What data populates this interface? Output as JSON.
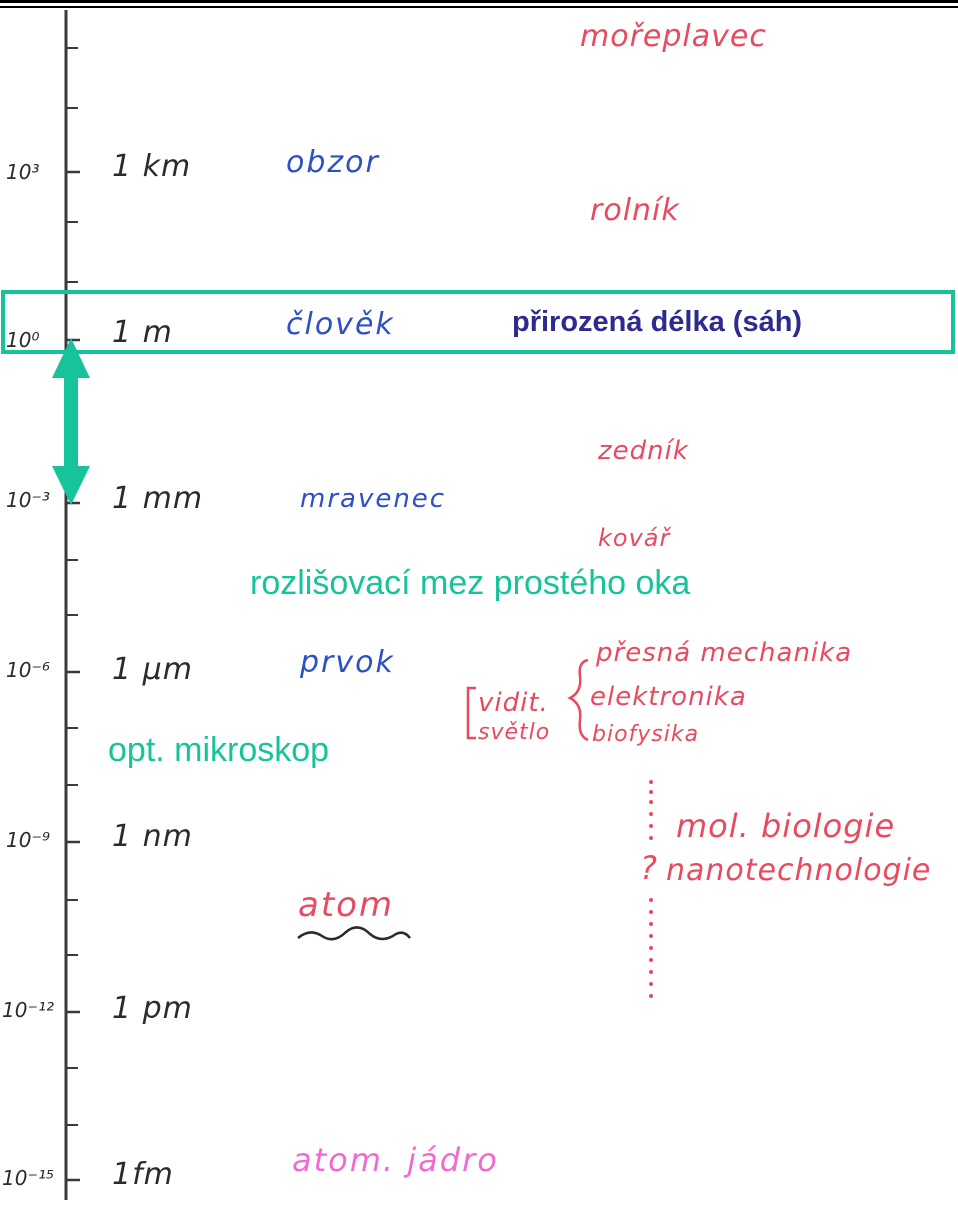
{
  "scale": {
    "ticks": [
      {
        "exponent": "10³",
        "unit": "1 km",
        "object": "obzor"
      },
      {
        "exponent": "10⁰",
        "unit": "1 m",
        "object": "člověk"
      },
      {
        "exponent": "10⁻³",
        "unit": "1 mm",
        "object": "mravenec"
      },
      {
        "exponent": "10⁻⁶",
        "unit": "1 μm",
        "object": "prvok"
      },
      {
        "exponent": "10⁻⁹",
        "unit": "1 nm",
        "object": ""
      },
      {
        "exponent": "10⁻¹²",
        "unit": "1 pm",
        "object": ""
      },
      {
        "exponent": "10⁻¹⁵",
        "unit": "1fm",
        "object": ""
      }
    ]
  },
  "objects": {
    "atom": "atom",
    "nucleus": "atom. jádro"
  },
  "professions": {
    "navigator": "mořeplavec",
    "farmer": "rolník",
    "mason": "zedník",
    "smith": "kovář",
    "precision_mechanics": "přesná mechanika",
    "electronics": "elektronika",
    "biophysics": "biofysika",
    "visible_light_1": "vidit.",
    "visible_light_2": "světlo",
    "molecular_biology": "mol. biologie",
    "nanotechnology": "nanotechnologie",
    "question": "?"
  },
  "annotations": {
    "natural_length": "přirozená délka (sáh)",
    "eye_resolution": "rozlišovací mez prostého oka",
    "optical_microscope": "opt. mikroskop"
  },
  "colors": {
    "teal": "#17c39a",
    "navy": "#2e2b8f",
    "blue_ink": "#2f4fc7",
    "red_ink": "#e84a5f",
    "pink_ink": "#f06ad2"
  }
}
